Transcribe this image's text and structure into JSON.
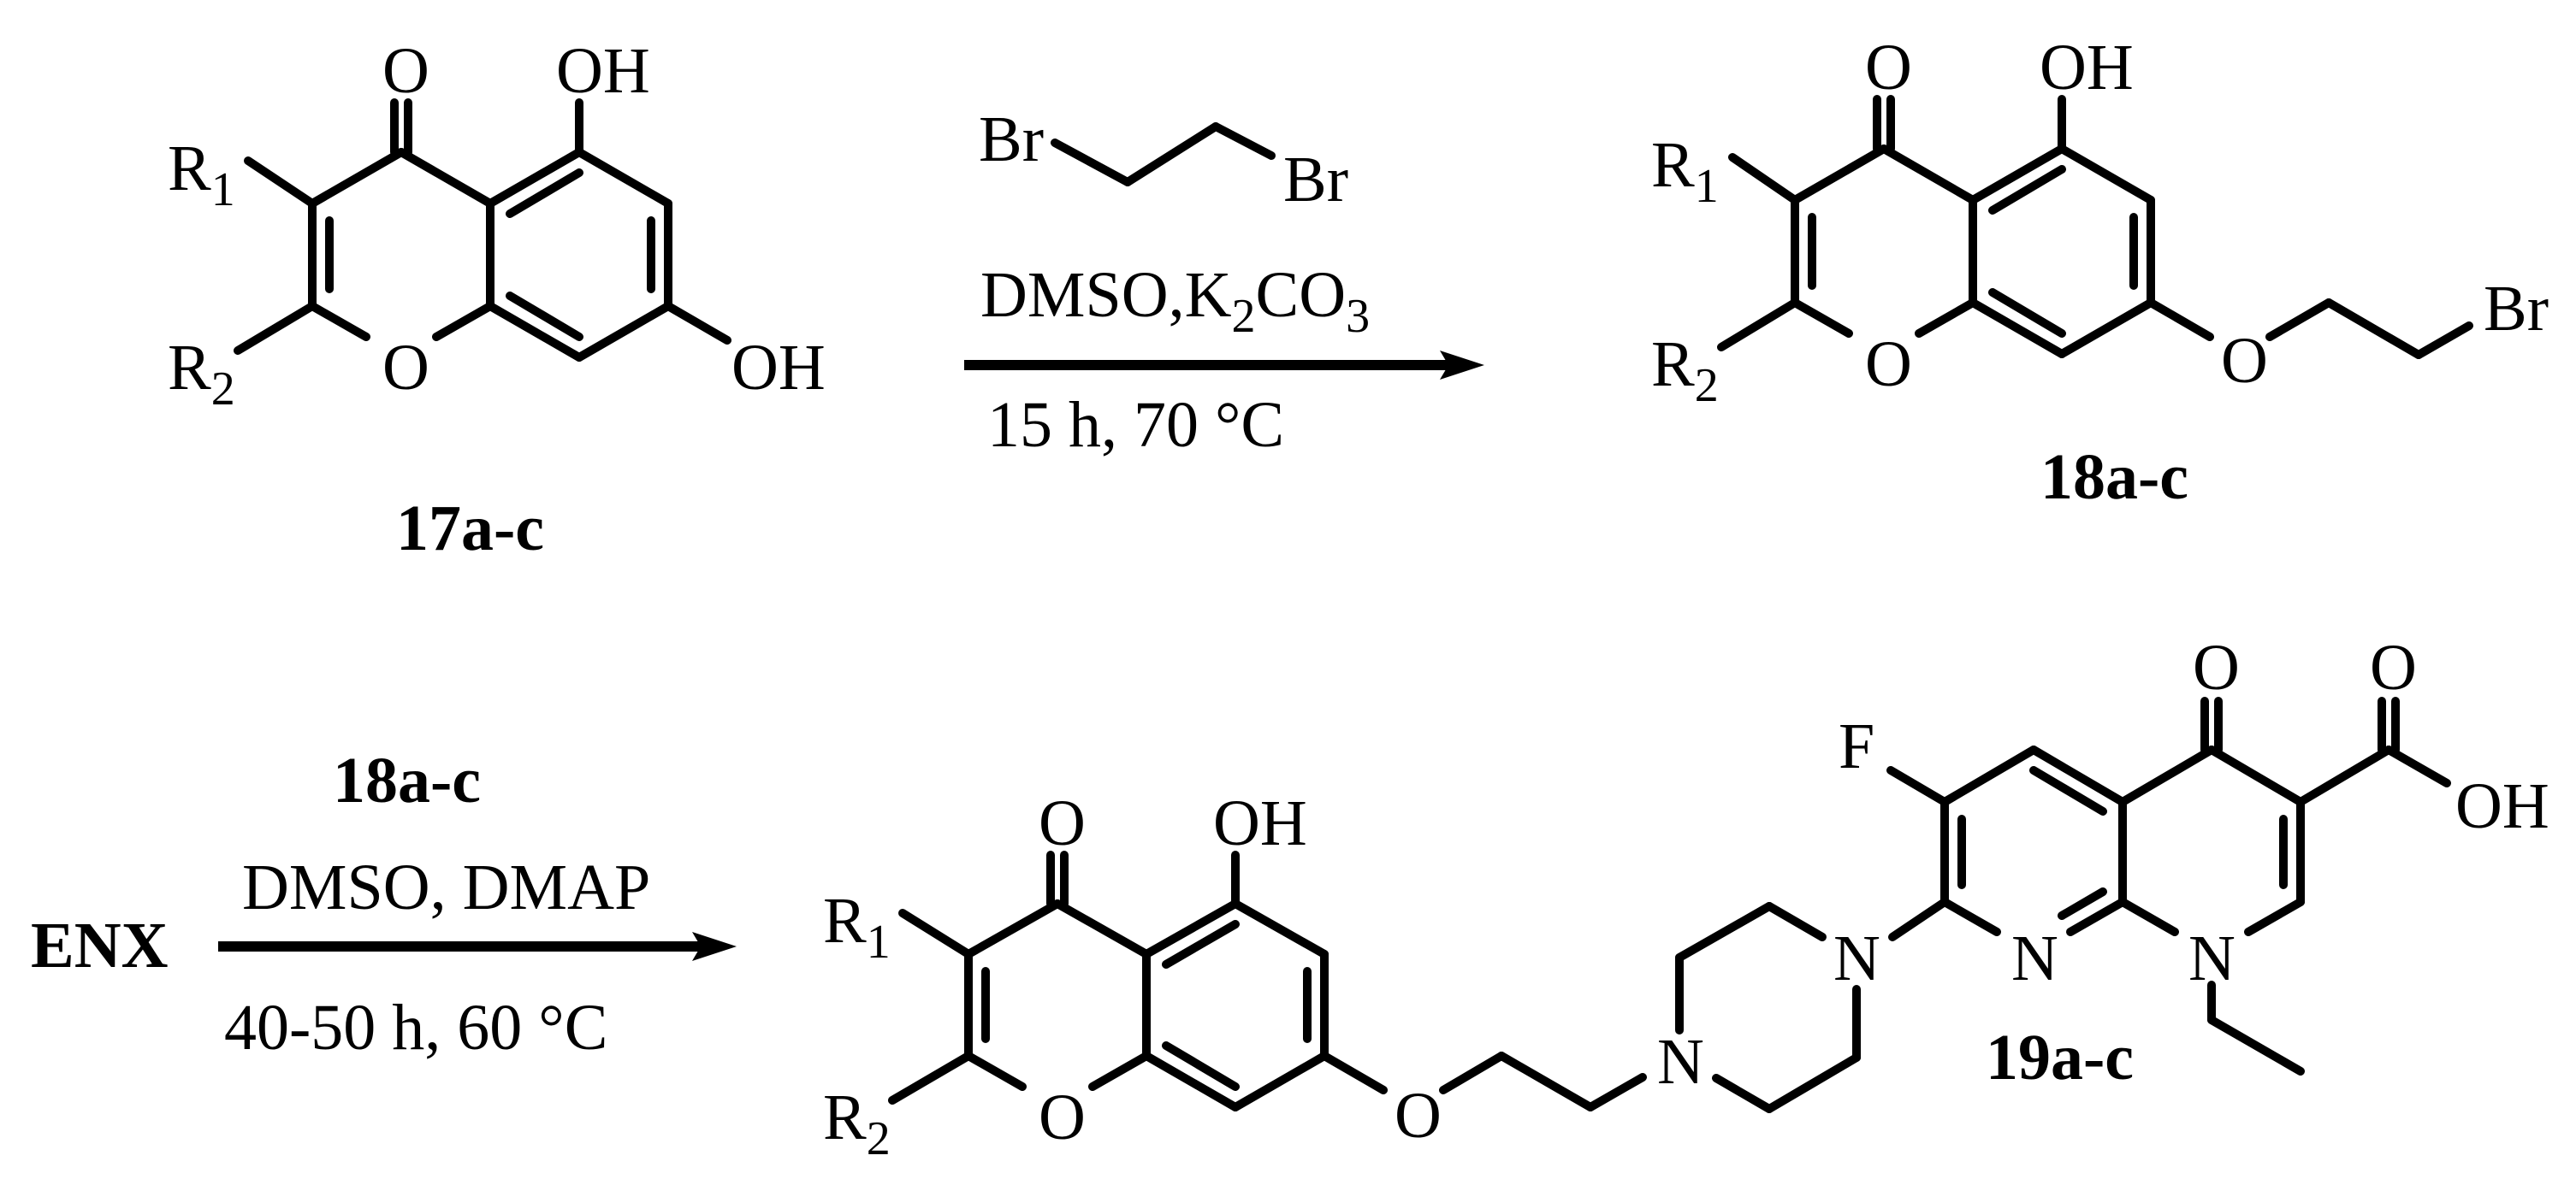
{
  "scheme": {
    "step1": {
      "reactant": {
        "label": "17a-c",
        "substituents": {
          "r1": "R",
          "r1_sub": "1",
          "r2": "R",
          "r2_sub": "2",
          "carbonyl_o": "O",
          "oh5": "OH",
          "oh7": "OH",
          "ring_o": "O"
        }
      },
      "reagent": {
        "br_left": "Br",
        "br_right": "Br"
      },
      "conditions_above": {
        "text_main": "DMSO,K",
        "k_sub": "2",
        "co": "CO",
        "o_sub": "3"
      },
      "conditions_below": "15 h, 70 °C",
      "product": {
        "label": "18a-c",
        "substituents": {
          "r1": "R",
          "r1_sub": "1",
          "r2": "R",
          "r2_sub": "2",
          "carbonyl_o": "O",
          "oh5": "OH",
          "ring_o": "O",
          "ether_o": "O",
          "br": "Br"
        }
      }
    },
    "step2": {
      "reactant": "ENX",
      "reagent_label": "18a-c",
      "conditions_above": "DMSO, DMAP",
      "conditions_below": "40-50 h, 60 °C",
      "product": {
        "label": "19a-c",
        "substituents": {
          "r1": "R",
          "r1_sub": "1",
          "r2": "R",
          "r2_sub": "2",
          "carbonyl_o": "O",
          "oh5": "OH",
          "ring_o": "O",
          "ether_o": "O",
          "pip_n4": "N",
          "pip_n1": "N",
          "f": "F",
          "n8": "N",
          "n1": "N",
          "keto_o": "O",
          "acid_o": "O",
          "acid_oh": "OH"
        }
      }
    }
  }
}
